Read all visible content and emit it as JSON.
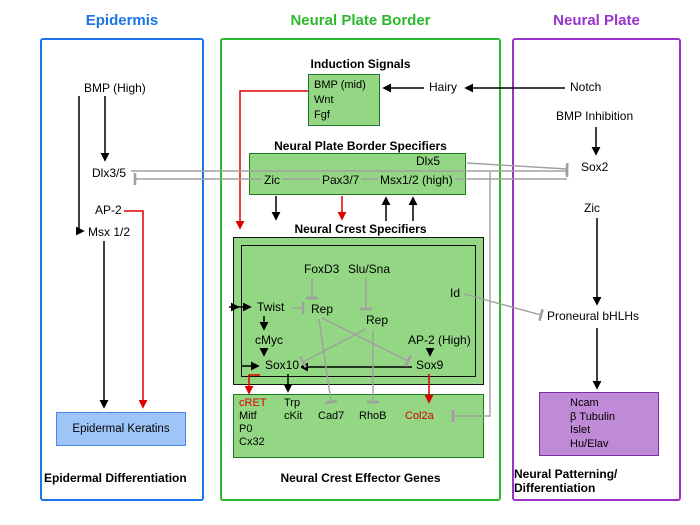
{
  "titles": {
    "epidermis": "Epidermis",
    "neural_plate_border": "Neural Plate Border",
    "neural_plate": "Neural Plate"
  },
  "colors": {
    "epidermis_accent": "#1b74e8",
    "npb_accent": "#2db82d",
    "np_accent": "#9933cc",
    "green_fill": "#93d683",
    "green_border": "#1f7a1f",
    "blue_fill": "#9fc5f8",
    "purple_fill": "#c08ad6",
    "red_line": "#dd0000",
    "gray_line": "#a0a0a0"
  },
  "epidermis": {
    "bmp_high": "BMP (High)",
    "dlx35": "Dlx3/5",
    "ap2": "AP-2",
    "msx12": "Msx 1/2",
    "keratins": "Epidermal Keratins",
    "footer": "Epidermal Differentiation"
  },
  "npb": {
    "induction_heading": "Induction Signals",
    "induction_signals": [
      "BMP (mid)",
      "Wnt",
      "Fgf"
    ],
    "hairy": "Hairy",
    "border_heading": "Neural Plate Border Specifiers",
    "dlx5": "Dlx5",
    "zic": "Zic",
    "pax37": "Pax3/7",
    "msx12_high": "Msx1/2 (high)",
    "crest_heading": "Neural Crest Specifiers",
    "foxd3": "FoxD3",
    "slusna": "Slu/Sna",
    "twist": "Twist",
    "rep1": "Rep",
    "rep2": "Rep",
    "cmyc": "cMyc",
    "ap2_high": "AP-2 (High)",
    "sox10": "Sox10",
    "sox9": "Sox9",
    "id": "Id",
    "effectors": {
      "cret": "cRET",
      "mitf": "Mitf",
      "p0": "P0",
      "cx32": "Cx32",
      "trp": "Trp",
      "ckit": "cKit",
      "cad7": "Cad7",
      "rhob": "RhoB",
      "col2a": "Col2a"
    },
    "footer": "Neural Crest Effector Genes"
  },
  "np": {
    "notch": "Notch",
    "bmp_inhibition": "BMP Inhibition",
    "sox2": "Sox2",
    "zic": "Zic",
    "proneural": "Proneural bHLHs",
    "differentiation_genes": [
      "Ncam",
      "β Tubulin",
      "Islet",
      "Hu/Elav"
    ],
    "footer_line1": "Neural Patterning/",
    "footer_line2": "Differentiation"
  }
}
